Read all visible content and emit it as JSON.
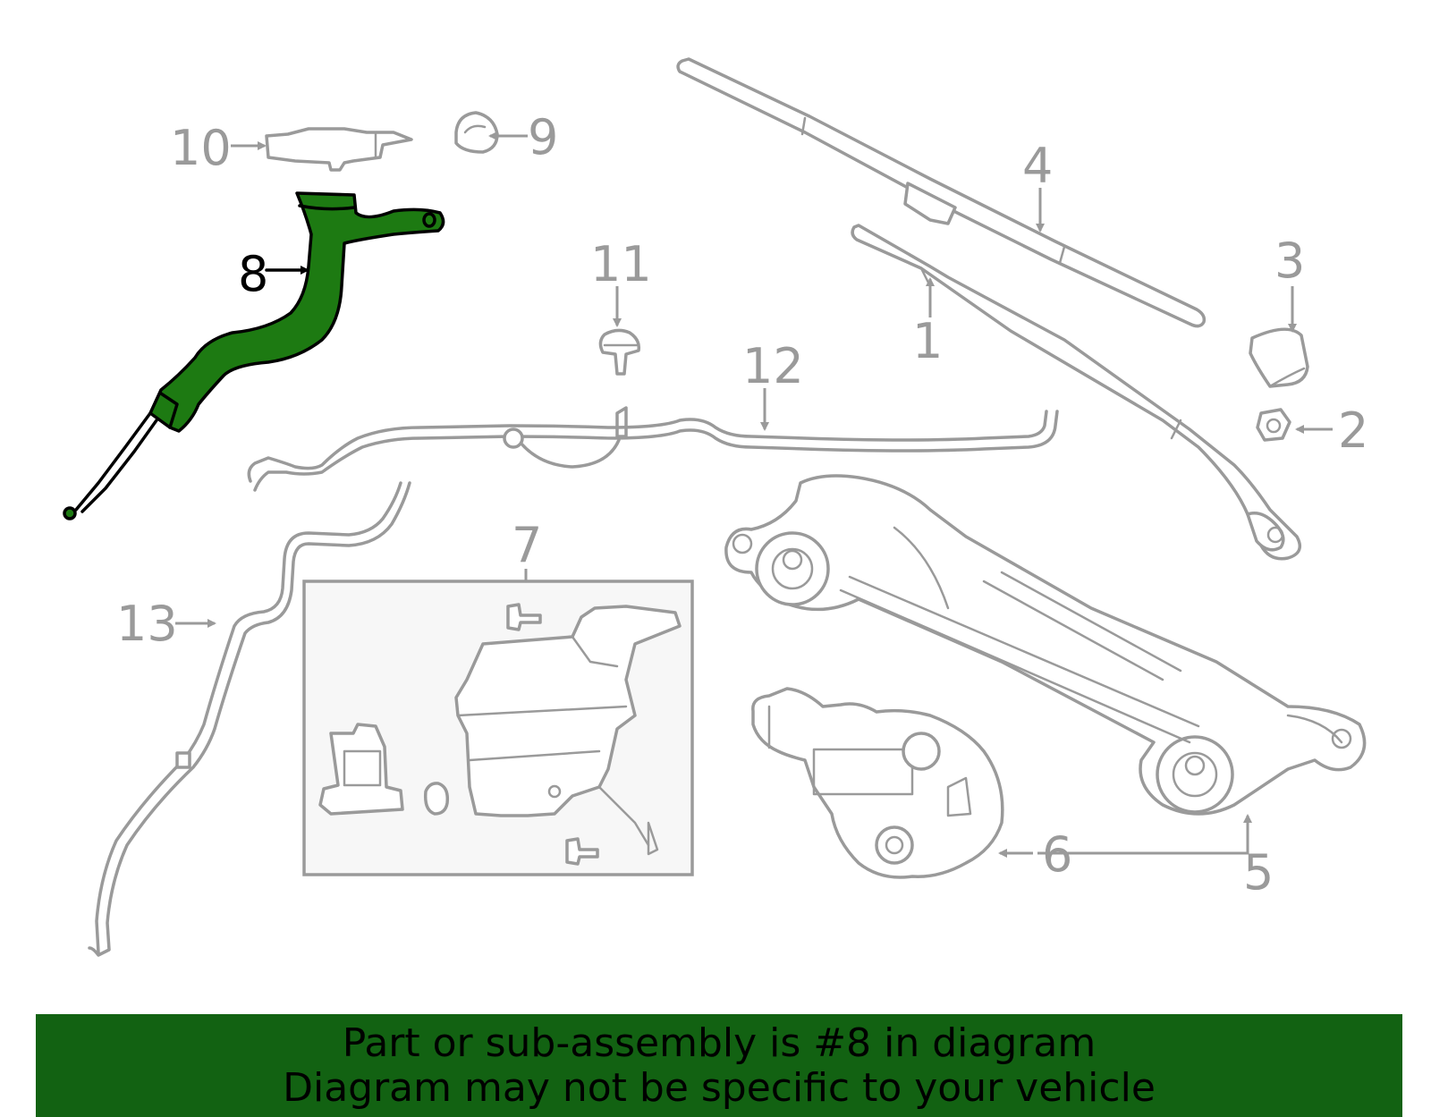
{
  "diagram": {
    "highlight_color": "#1d7a12",
    "callouts": [
      {
        "id": "1",
        "label": "1"
      },
      {
        "id": "2",
        "label": "2"
      },
      {
        "id": "3",
        "label": "3"
      },
      {
        "id": "4",
        "label": "4"
      },
      {
        "id": "5",
        "label": "5"
      },
      {
        "id": "6",
        "label": "6"
      },
      {
        "id": "7",
        "label": "7"
      },
      {
        "id": "8",
        "label": "8"
      },
      {
        "id": "9",
        "label": "9"
      },
      {
        "id": "10",
        "label": "10"
      },
      {
        "id": "11",
        "label": "11"
      },
      {
        "id": "12",
        "label": "12"
      },
      {
        "id": "13",
        "label": "13"
      }
    ]
  },
  "banner": {
    "line1": "Part or sub-assembly is #8 in diagram",
    "line2": "Diagram may not be specific to your vehicle",
    "background": "#126212"
  }
}
